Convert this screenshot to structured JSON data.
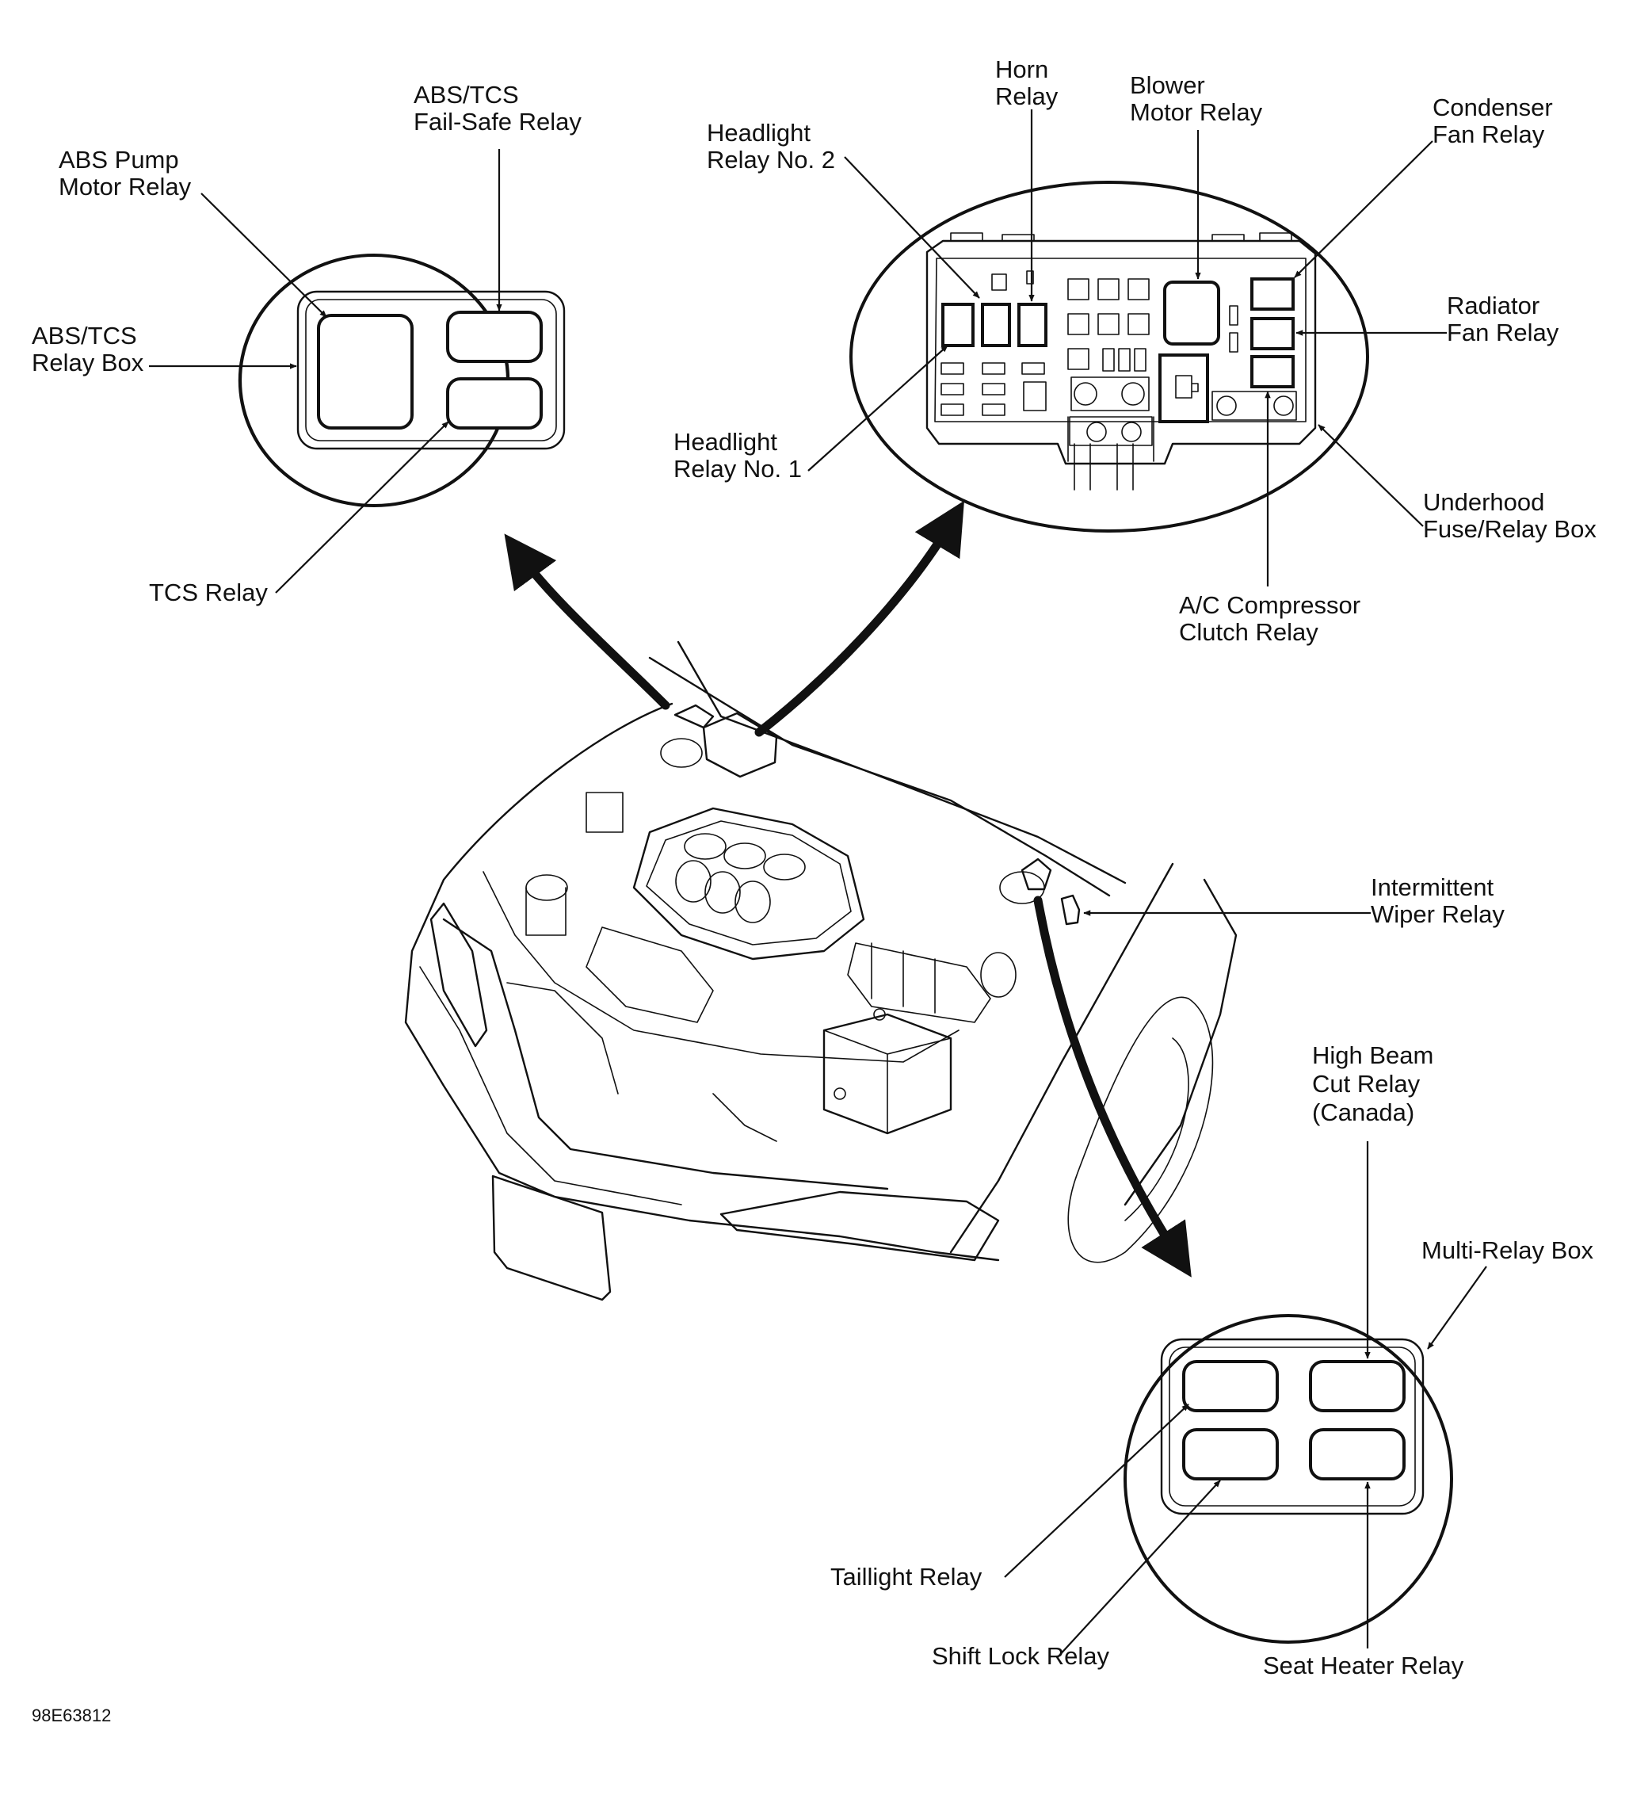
{
  "callouts": {
    "abs_relay_box": {
      "abs_pump_motor_relay": [
        "ABS Pump",
        "Motor Relay"
      ],
      "abs_tcs_fail_safe_relay": [
        "ABS/TCS",
        "Fail-Safe Relay"
      ],
      "abs_tcs_relay_box": [
        "ABS/TCS",
        "Relay Box"
      ],
      "tcs_relay": [
        "TCS Relay"
      ]
    },
    "underhood_box": {
      "horn_relay": [
        "Horn",
        "Relay"
      ],
      "blower_motor_relay": [
        "Blower",
        "Motor Relay"
      ],
      "headlight_relay_no_2": [
        "Headlight",
        "Relay No. 2"
      ],
      "condenser_fan_relay": [
        "Condenser",
        "Fan Relay"
      ],
      "radiator_fan_relay": [
        "Radiator",
        "Fan Relay"
      ],
      "headlight_relay_no_1": [
        "Headlight",
        "Relay No. 1"
      ],
      "underhood_fuse_relay_box": [
        "Underhood",
        "Fuse/Relay Box"
      ],
      "ac_compressor_clutch_relay": [
        "A/C Compressor",
        "Clutch Relay"
      ]
    },
    "engine_bay": {
      "intermittent_wiper_relay": [
        "Intermittent",
        "Wiper Relay"
      ]
    },
    "multi_relay_box": {
      "high_beam_cut_relay": [
        "High Beam",
        "Cut Relay",
        "(Canada)"
      ],
      "multi_relay_box": [
        "Multi-Relay Box"
      ],
      "taillight_relay": [
        "Taillight Relay"
      ],
      "shift_lock_relay": [
        "Shift Lock Relay"
      ],
      "seat_heater_relay": [
        "Seat Heater Relay"
      ]
    }
  },
  "figure_id": "98E63812"
}
